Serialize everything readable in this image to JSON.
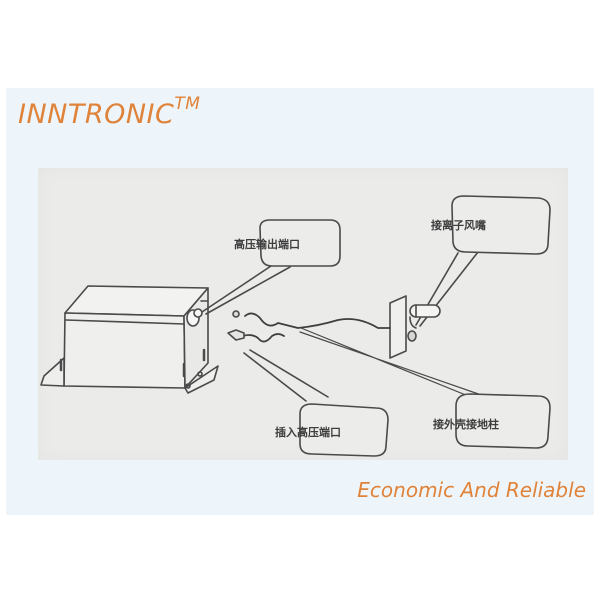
{
  "brand": {
    "name": "INNTRONIC",
    "trademark": "TM",
    "color": "#e0833a"
  },
  "tagline": "Economic And Reliable",
  "diagram": {
    "type": "wiring-illustration",
    "callouts": [
      {
        "id": "hv-output-port",
        "text": "高压输出端口"
      },
      {
        "id": "ion-air-nozzle",
        "text": "接离子风嘴"
      },
      {
        "id": "insert-hv-port",
        "text": "插入高压端口"
      },
      {
        "id": "case-ground-post",
        "text": "接外壳接地柱"
      }
    ]
  },
  "colors": {
    "panel_bg": "#eef5fa",
    "photo_bg": "#ebebea",
    "line": "#4a4a4a"
  }
}
